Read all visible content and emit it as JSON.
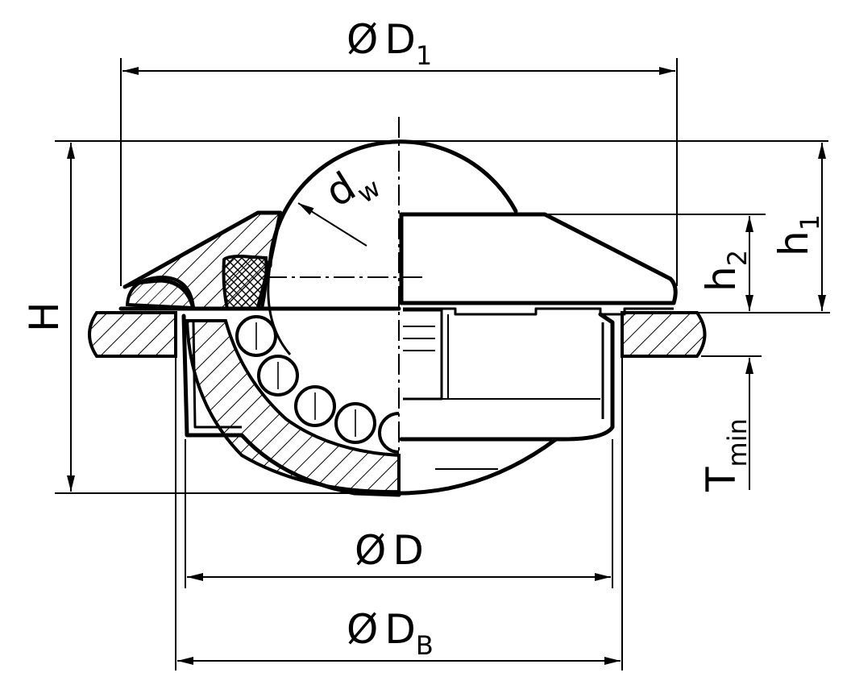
{
  "labels": {
    "outer_diameter_symbol": "Ø",
    "outer_diameter_main": "D",
    "outer_diameter_sub": "1",
    "height": "H",
    "ball_diameter_main": "d",
    "ball_diameter_sub": "w",
    "h1_main": "h",
    "h1_sub": "1",
    "h2_main": "h",
    "h2_sub": "2",
    "t_main": "T",
    "t_sub": "min",
    "body_diameter_symbol": "Ø",
    "body_diameter_main": "D",
    "bore_diameter_symbol": "Ø",
    "bore_diameter_main": "D",
    "bore_diameter_sub": "B"
  },
  "colors": {
    "line": "#000000",
    "background": "#ffffff"
  }
}
